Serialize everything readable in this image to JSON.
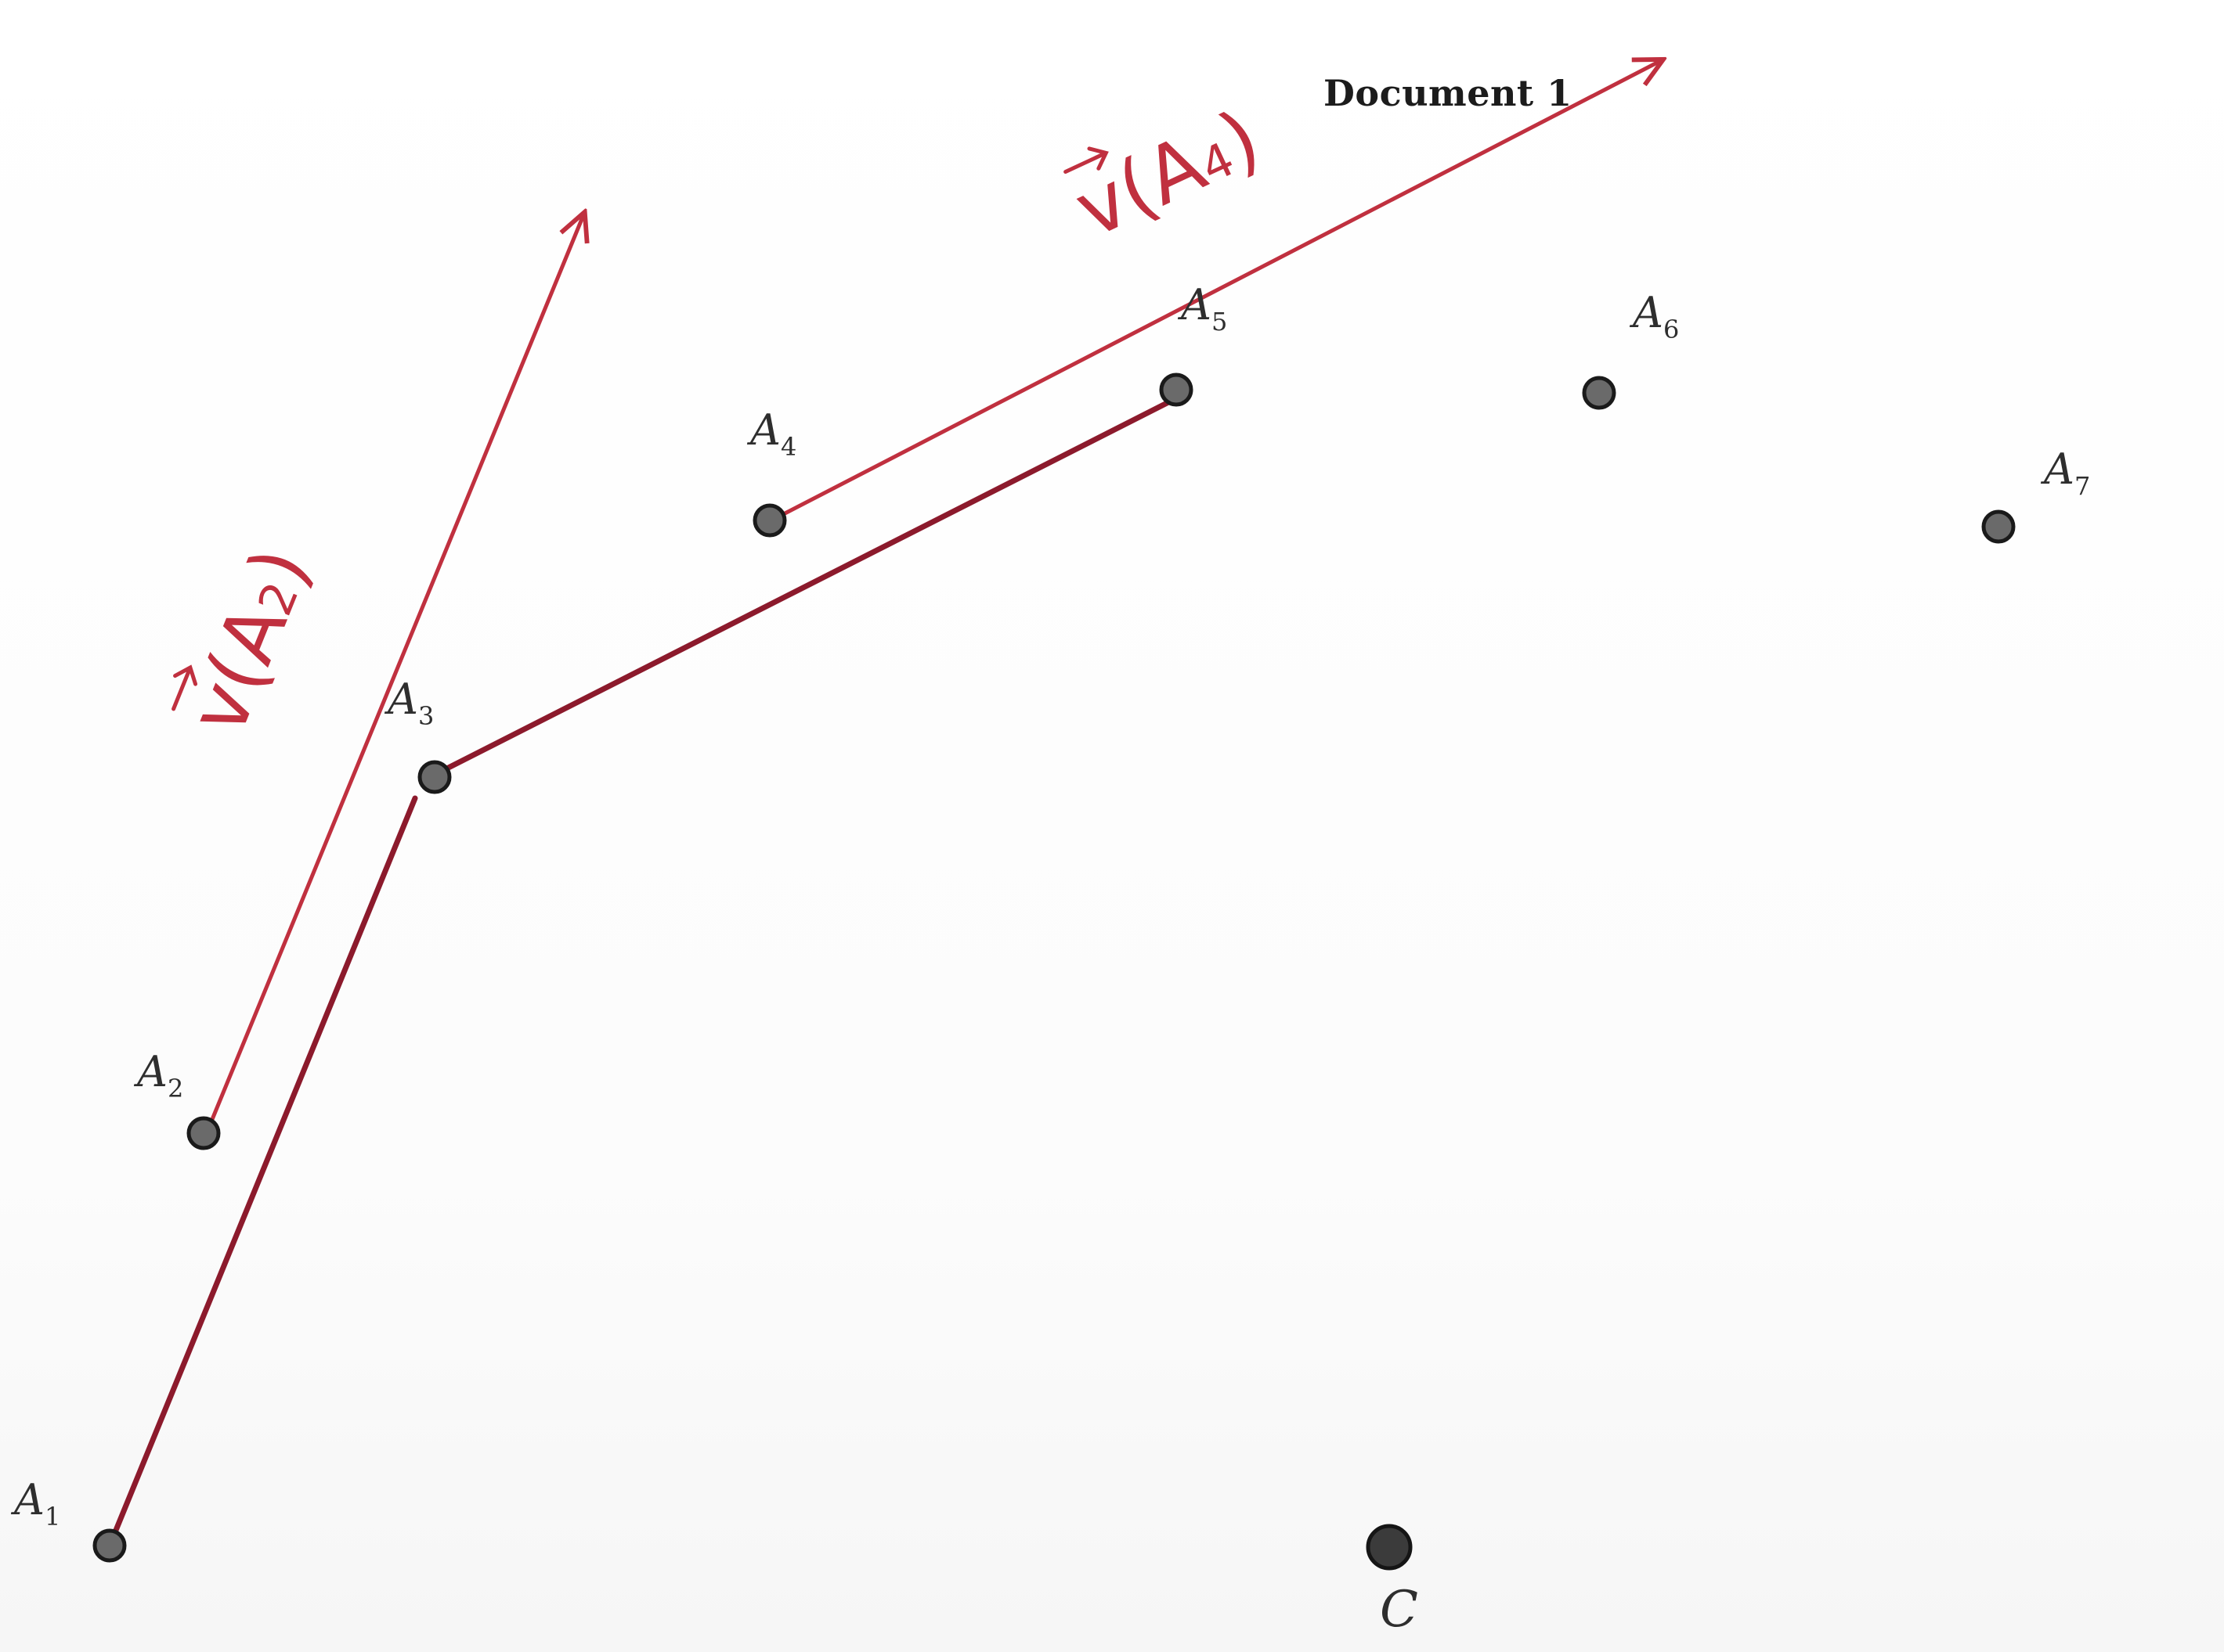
{
  "document": {
    "title": "Document 1"
  },
  "points": [
    {
      "id": "A1",
      "letter": "A",
      "sub": "1"
    },
    {
      "id": "A2",
      "letter": "A",
      "sub": "2"
    },
    {
      "id": "A3",
      "letter": "A",
      "sub": "3"
    },
    {
      "id": "A4",
      "letter": "A",
      "sub": "4"
    },
    {
      "id": "A5",
      "letter": "A",
      "sub": "5"
    },
    {
      "id": "A6",
      "letter": "A",
      "sub": "6"
    },
    {
      "id": "A7",
      "letter": "A",
      "sub": "7"
    },
    {
      "id": "C",
      "letter": "C",
      "sub": ""
    }
  ],
  "annotations": {
    "v_a2": {
      "v": "v",
      "paren_open": "(",
      "a": "A",
      "sub": "2",
      "paren_close": ")"
    },
    "v_a4": {
      "v": "v",
      "paren_open": "(",
      "a": "A",
      "sub": "4",
      "paren_close": ")"
    }
  },
  "colors": {
    "ink_red": "#c0303f",
    "ink_dark_red": "#8c1a2c",
    "dot": "#6a6a6a",
    "text": "#2e2e2e"
  }
}
